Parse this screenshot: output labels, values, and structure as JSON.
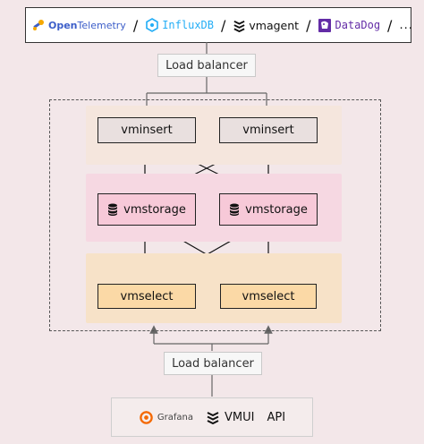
{
  "sources": {
    "opentelemetry": {
      "prefix": "Open",
      "rest": "Telemetry"
    },
    "influxdb": "InfluxDB",
    "vmagent": "vmagent",
    "datadog": "DataDog",
    "separator": "/",
    "more": "..."
  },
  "load_balancer_top": "Load balancer",
  "load_balancer_bottom": "Load balancer",
  "vminsert": [
    "vminsert",
    "vminsert"
  ],
  "vmstorage": [
    "vmstorage",
    "vmstorage"
  ],
  "vmselect": [
    "vmselect",
    "vmselect"
  ],
  "clients": {
    "grafana": "Grafana",
    "vmui": "VMUI",
    "api": "API"
  },
  "colors": {
    "background": "#f3e7e9",
    "insert_band": "#f5e6dd",
    "storage_band": "#f6d8e2",
    "select_band": "#f7e2c8",
    "vminsert_fill": "#e9e0df",
    "vmstorage_fill": "#f7c9d8",
    "vmselect_fill": "#fbd9a6",
    "opentelemetry_blue": "#3c5ec9",
    "opentelemetry_orange": "#f5a800",
    "influxdb_blue": "#22adf6",
    "datadog_purple": "#632ca6",
    "grafana_orange": "#f46800"
  },
  "icons": [
    "opentelemetry-icon",
    "influxdb-icon",
    "vmagent-icon",
    "datadog-icon",
    "database-icon",
    "grafana-icon",
    "vmui-icon"
  ]
}
